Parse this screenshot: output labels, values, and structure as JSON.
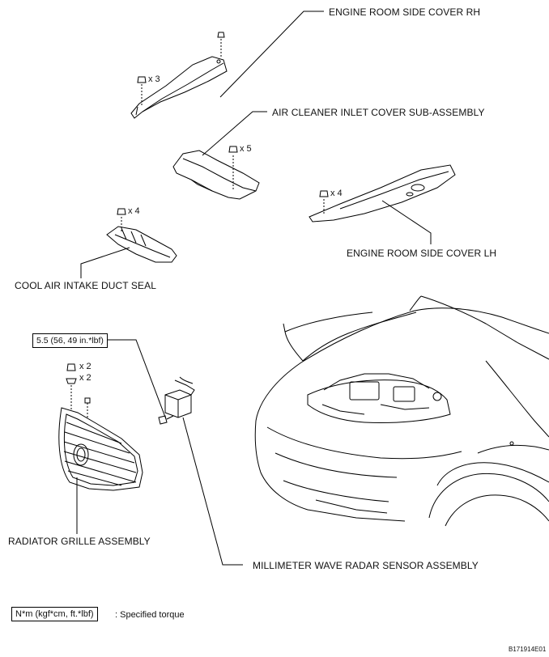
{
  "labels": {
    "engine_room_side_cover_rh": "ENGINE ROOM SIDE COVER RH",
    "air_cleaner_inlet_cover": "AIR CLEANER INLET COVER SUB-ASSEMBLY",
    "engine_room_side_cover_lh": "ENGINE ROOM SIDE COVER LH",
    "cool_air_intake_duct_seal": "COOL AIR INTAKE DUCT SEAL",
    "radiator_grille_assembly": "RADIATOR GRILLE ASSEMBLY",
    "millimeter_wave_radar_sensor": "MILLIMETER WAVE RADAR SENSOR ASSEMBLY"
  },
  "quantities": {
    "rh_cover_clips": "x 3",
    "air_cleaner_clips": "x 5",
    "lh_cover_clips": "x 4",
    "duct_seal_clips": "x 4",
    "grille_clips_a": "x 2",
    "grille_clips_b": "x 2"
  },
  "torque": {
    "radar_bolt": "5.5 (56, 49 in.*lbf)"
  },
  "legend": {
    "unit_box": "N*m (kgf*cm, ft.*lbf)",
    "description": ": Specified torque"
  },
  "figure_id": "B171914E01"
}
